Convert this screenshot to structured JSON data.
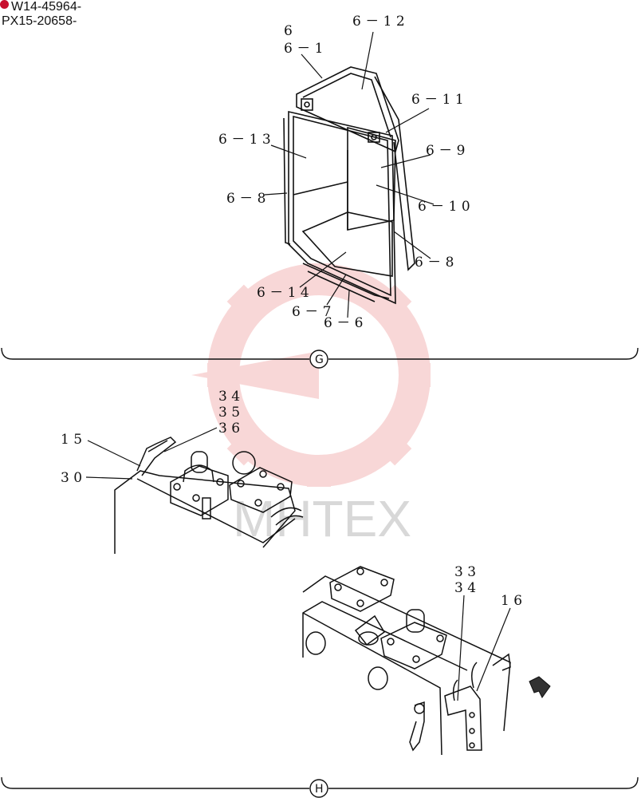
{
  "header": {
    "serial_1": "W14-45964-",
    "serial_2": "PX15-20658-"
  },
  "watermark": {
    "text": "MHTEX",
    "color": "#f4b8b8"
  },
  "section_g": {
    "marker": "G",
    "callouts": [
      "6",
      "6－1",
      "6－12",
      "6－11",
      "6－13",
      "6－9",
      "6－8",
      "6－10",
      "6－8",
      "6－14",
      "6－7",
      "6－6"
    ]
  },
  "section_h": {
    "marker": "H",
    "callouts_left": [
      "34",
      "35",
      "36",
      "15",
      "30"
    ],
    "callouts_right": [
      "33",
      "34",
      "16"
    ]
  },
  "colors": {
    "line": "#111111",
    "accent": "#c8102e"
  }
}
